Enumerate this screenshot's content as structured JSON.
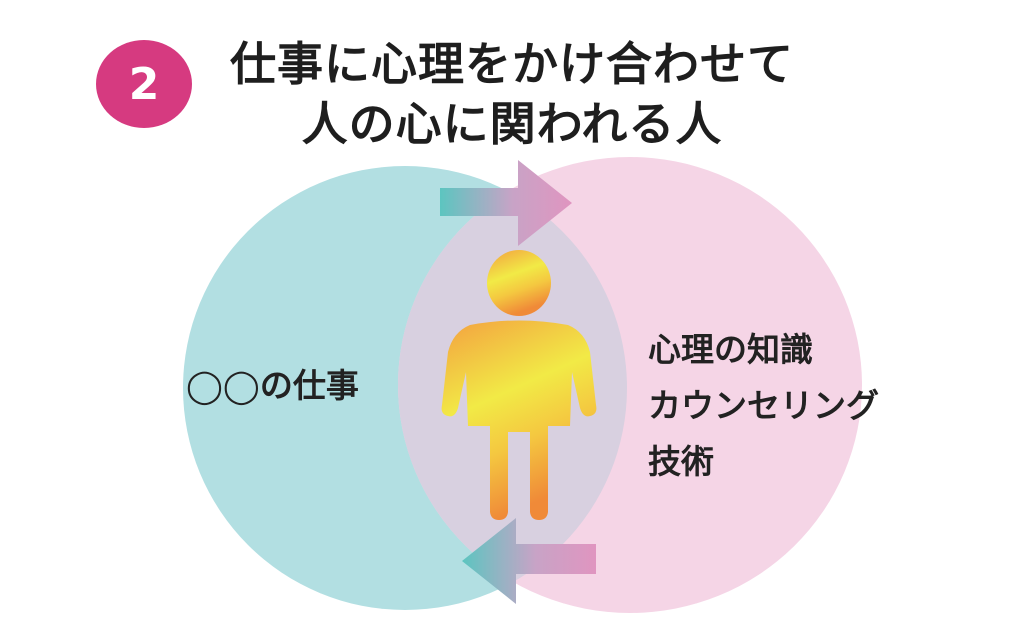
{
  "badge": {
    "number": "2"
  },
  "title": {
    "line1": "仕事に心理をかけ合わせて",
    "line2": "人の心に関われる人"
  },
  "left_circle": {
    "label": "◯◯の仕事",
    "color": "#b2dfe2"
  },
  "right_circle": {
    "lines": [
      "心理の知識",
      "カウンセリング",
      "技術"
    ],
    "color": "#f5d5e6"
  },
  "overlap_color": "#d8d0e0",
  "colors": {
    "badge": "#d63a80",
    "arrow_teal": "#5cc5c0",
    "arrow_pink": "#e095c0",
    "person_top": "#f3a040",
    "person_mid": "#f2ea46",
    "person_bottom": "#f08a38"
  },
  "icons": {
    "person": "person-icon",
    "arrow_right": "arrow-right-icon",
    "arrow_left": "arrow-left-icon"
  }
}
